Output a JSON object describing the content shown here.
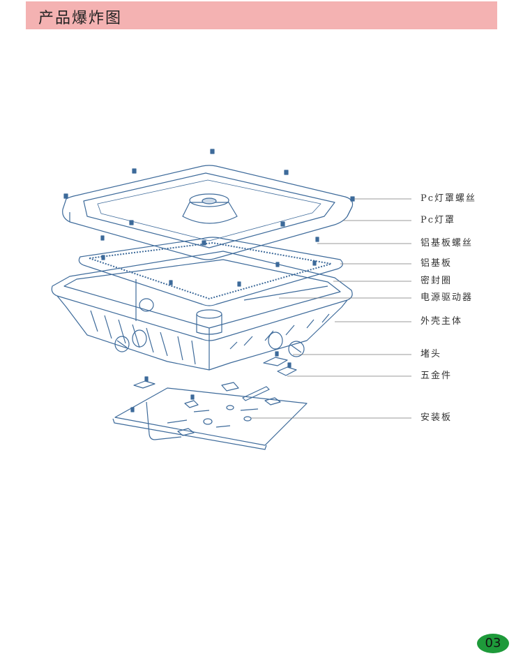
{
  "header": {
    "title": "产品爆炸图"
  },
  "labels": [
    "Pc灯罩螺丝",
    "Pc灯罩",
    "铝基板螺丝",
    "铝基板",
    "密封圈",
    "电源驱动器",
    "外壳主体",
    "堵头",
    "五金件",
    "安装板"
  ],
  "page_number": "03",
  "colors": {
    "header_bg": "#f4b2b2",
    "line_art": "#3d6a9a",
    "page_badge": "#1e9a3a"
  }
}
